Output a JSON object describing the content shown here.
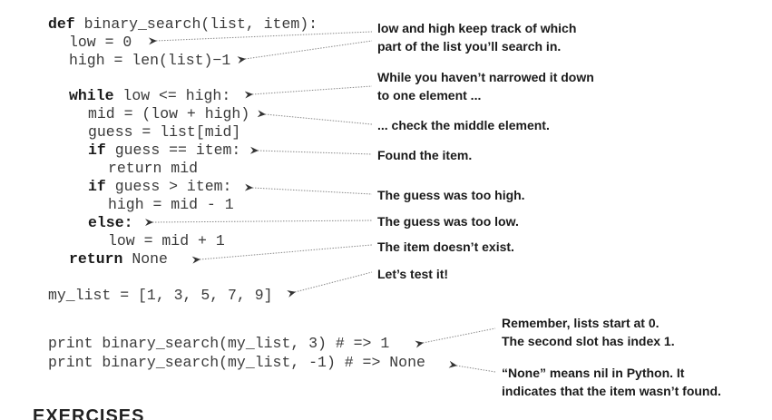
{
  "code": {
    "l1_kw": "def",
    "l1_rest": " binary_search(list, item):",
    "l2": "low = 0",
    "l3": "high = len(list)−1",
    "l4_kw": "while",
    "l4_rest": " low <= high:",
    "l5": "mid = (low + high)",
    "l6": "guess = list[mid]",
    "l7_kw": "if",
    "l7_rest": " guess == item:",
    "l8": "return mid",
    "l9_kw": "if",
    "l9_rest": " guess > item:",
    "l10": "high = mid - 1",
    "l11_kw": "else:",
    "l12": "low = mid + 1",
    "l13_kw": "return",
    "l13_rest": " None",
    "l14": "my_list = [1, 3, 5, 7, 9]",
    "l15": "print binary_search(my_list, 3) # => 1",
    "l16": "print binary_search(my_list, -1) # => None"
  },
  "annotations": {
    "low_high_1": "low and high keep track of which",
    "low_high_2": "part of the list you’ll search in.",
    "while_1": "While you haven’t narrowed it down",
    "while_2": "to one element ...",
    "middle": "... check the middle element.",
    "found": "Found the item.",
    "too_high": "The guess was too high.",
    "too_low": "The guess was too low.",
    "not_exist": "The item doesn’t exist.",
    "test": "Let’s test it!",
    "index_1": "Remember, lists start at 0.",
    "index_2": "The second slot has index 1.",
    "none_1": "“None” means nil in Python. It",
    "none_2": "indicates that the item wasn’t found."
  },
  "footer_heading": "EXERCISES"
}
